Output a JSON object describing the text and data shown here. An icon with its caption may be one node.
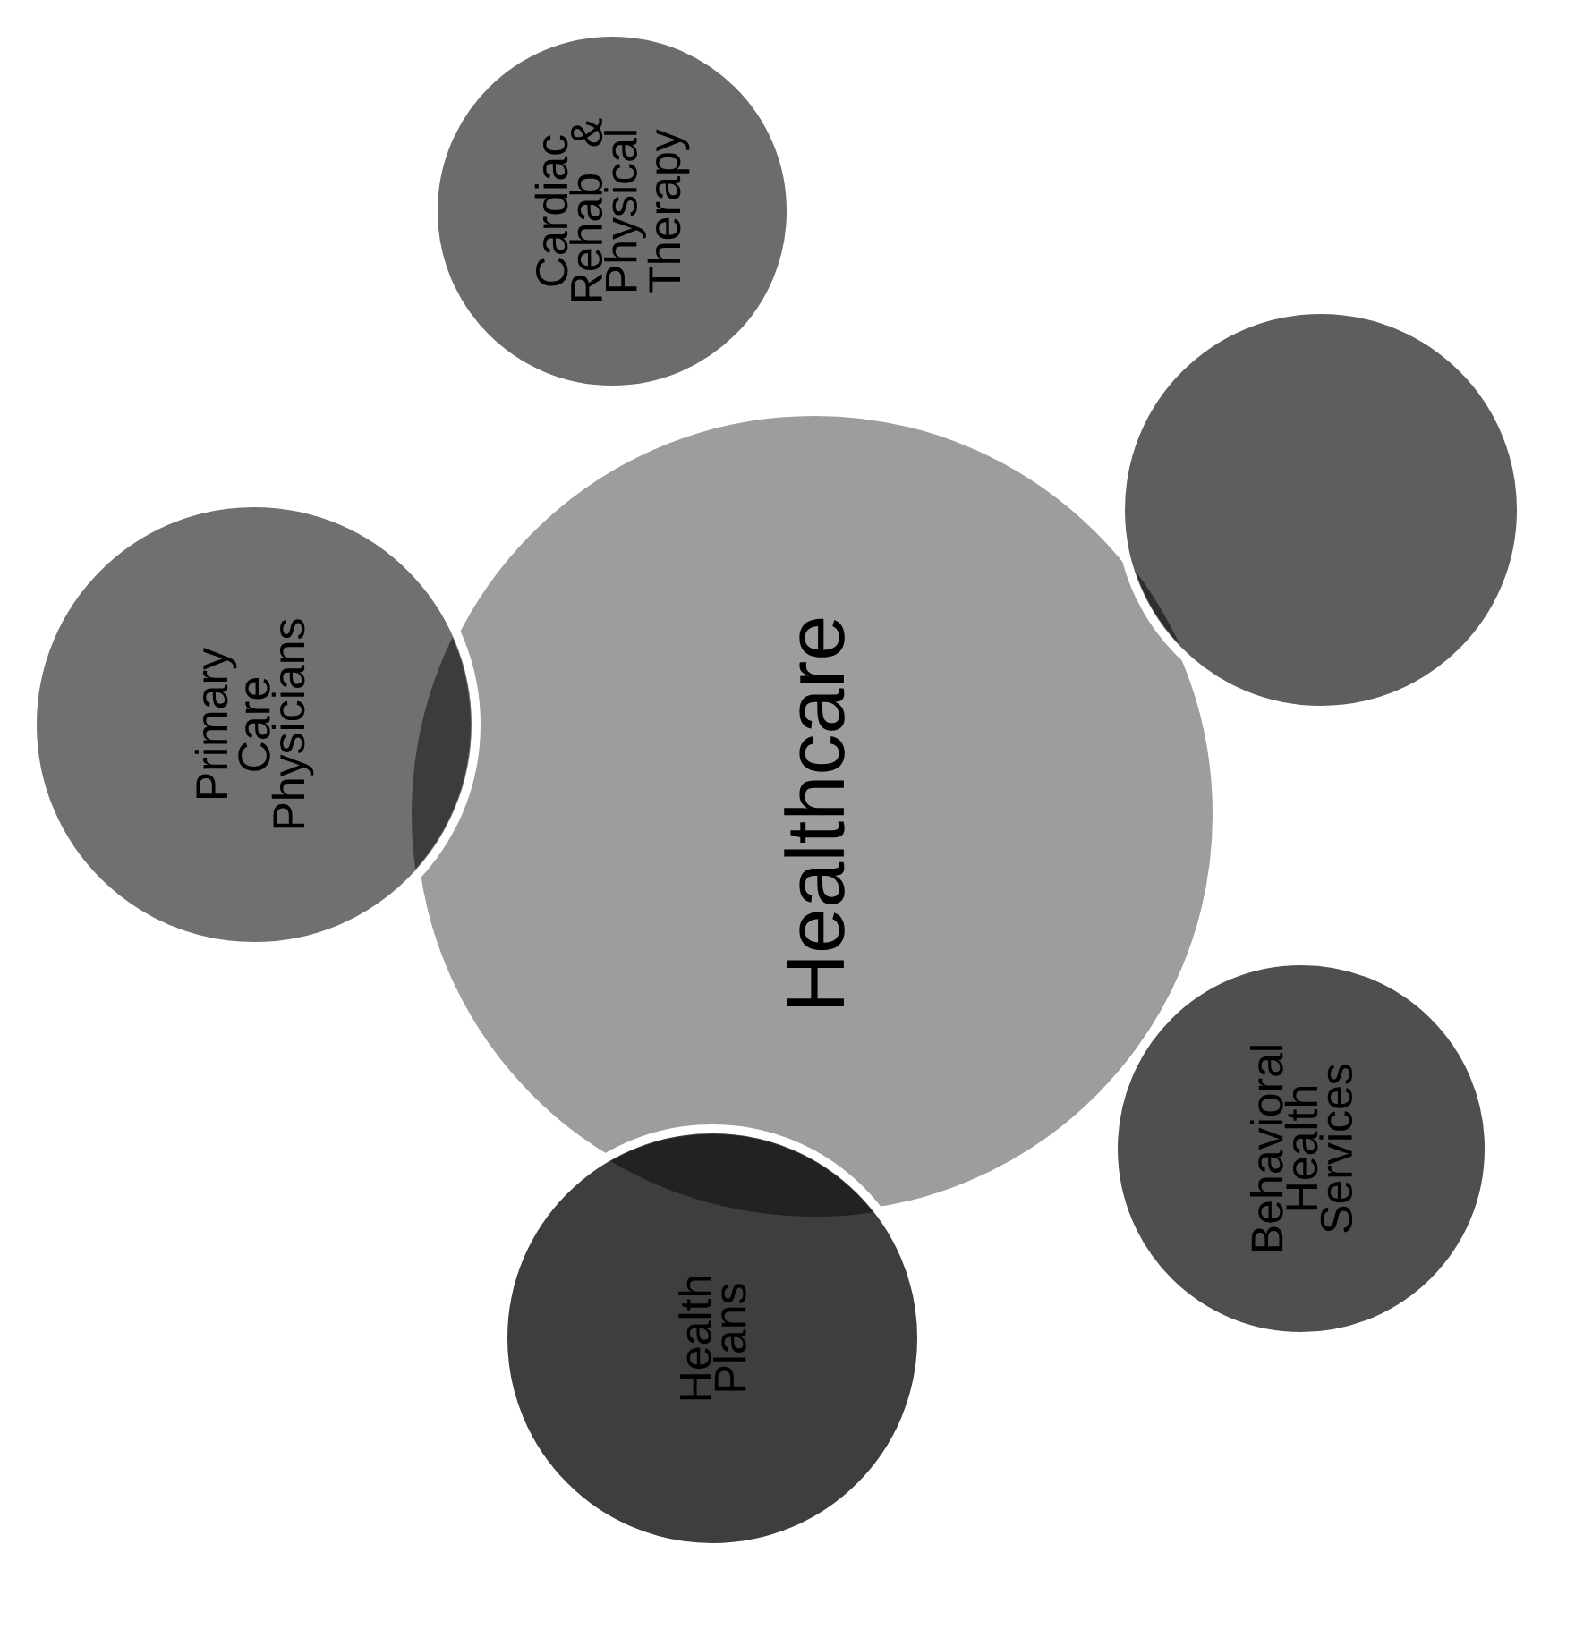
{
  "diagram": {
    "nodes": [
      {
        "text": [
          "Healthcare"
        ]
      },
      {
        "text": [
          "Cardiac Rehab & Physical Therapy"
        ]
      },
      {
        "text": [],
        "shape": "circle"
      },
      {
        "text": [
          "Behavioral Health Services"
        ]
      },
      {
        "text": [
          "Health Plans"
        ]
      },
      {
        "text": [
          "Primary Care Physicians"
        ]
      }
    ]
  }
}
